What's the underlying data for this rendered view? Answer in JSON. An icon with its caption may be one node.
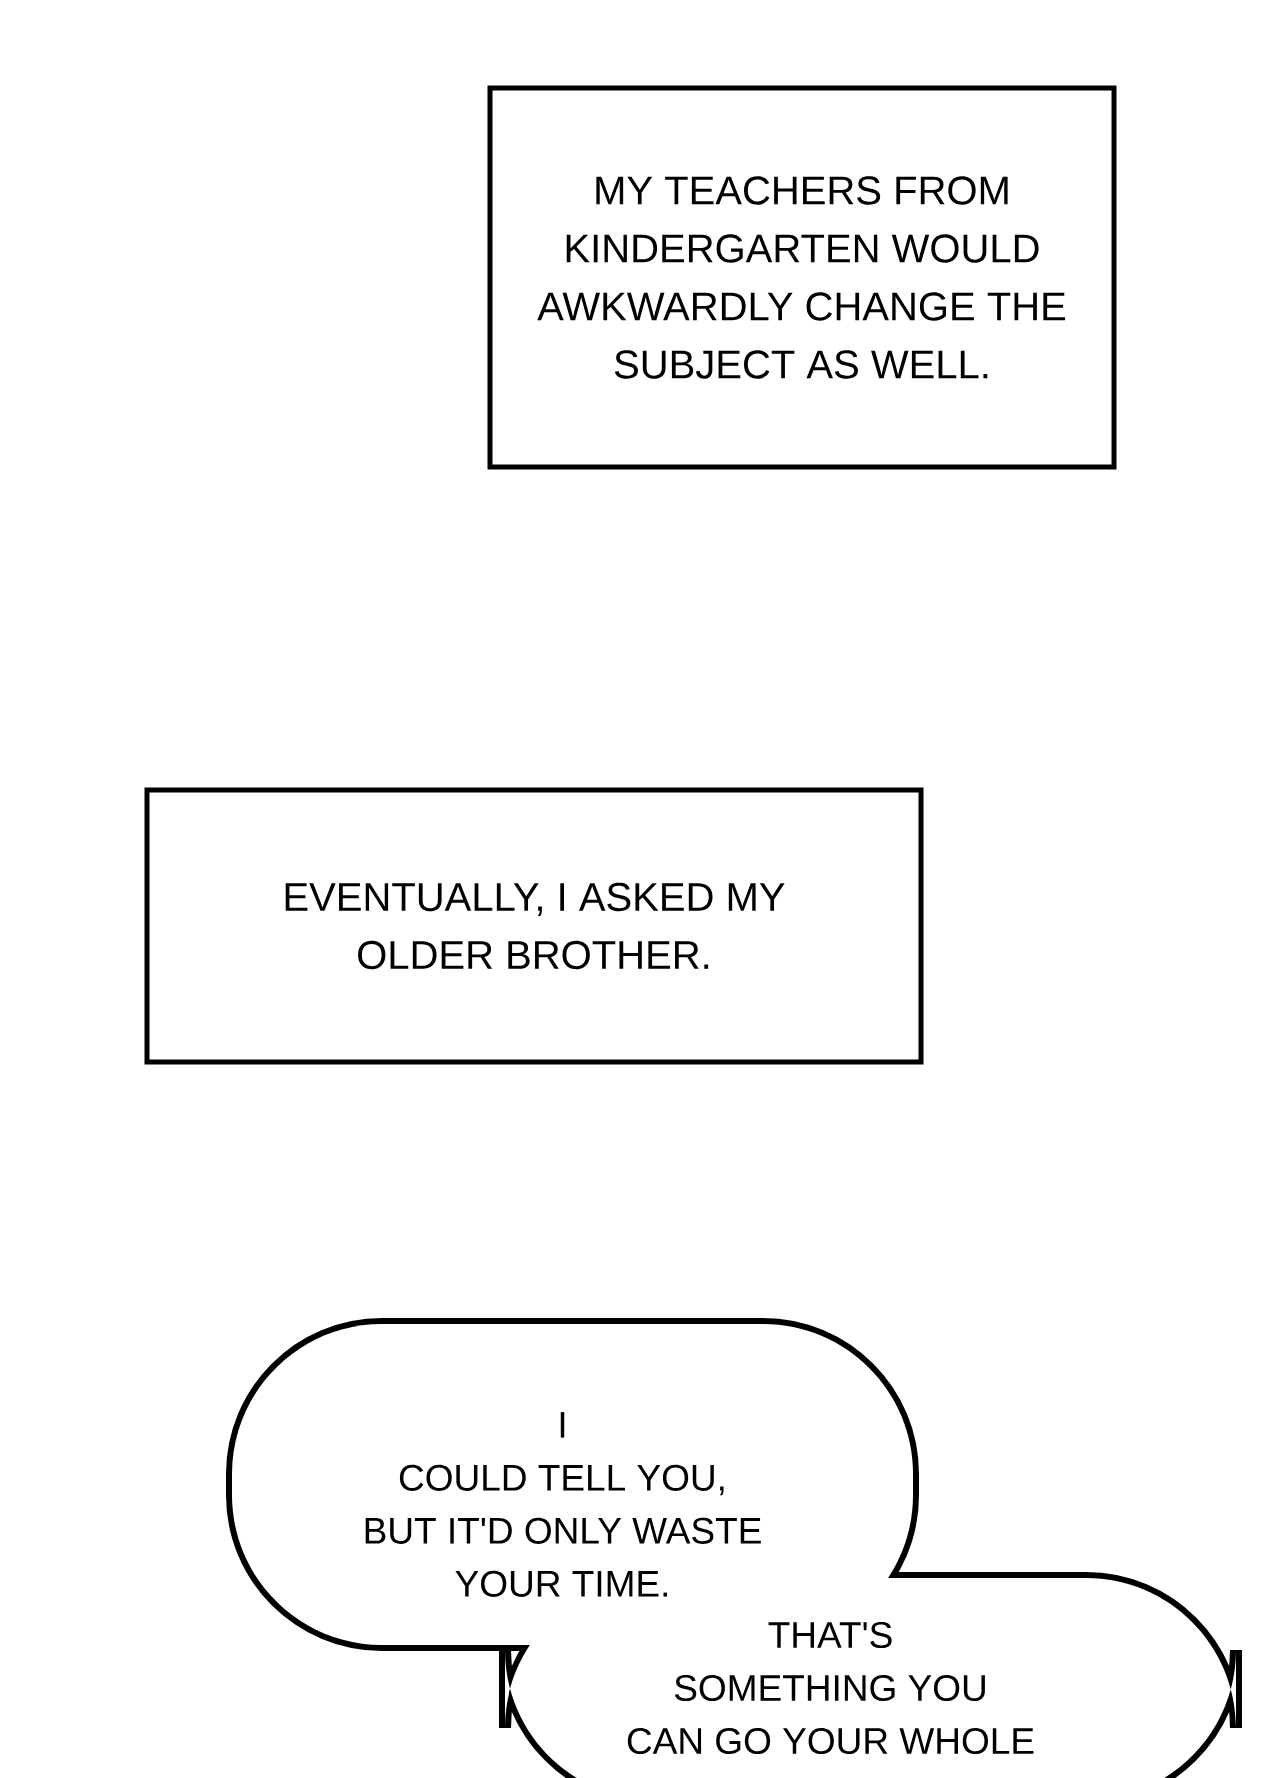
{
  "diagram": {
    "nodes": [
      {
        "text": [
          "MY TEACHERS FROM KINDERGARTEN WOULD AWKWARDLY CHANGE THE SUBJECT AS WELL."
        ]
      },
      {
        "text": [
          "EVENTUALLY, I ASKED MY OLDER BROTHER."
        ]
      },
      {
        "text": [
          "I COULD TELL YOU, BUT IT'D ONLY WASTE YOUR TIME."
        ]
      },
      {
        "text": [
          "THAT'S SOMETHING YOU CAN GO YOUR WHOLE"
        ]
      }
    ]
  }
}
